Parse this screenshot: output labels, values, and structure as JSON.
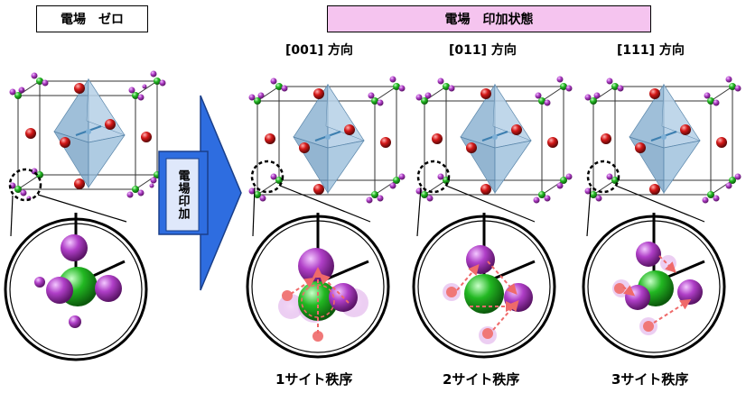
{
  "left_label": "電場　ゼロ",
  "right_label": "電場　印加状態",
  "arrow_label": "電場印加",
  "directions": [
    "[001] 方向",
    "[011] 方向",
    "[111] 方向"
  ],
  "orderings": [
    "1サイト秩序",
    "2サイト秩序",
    "3サイト秩序"
  ],
  "colors": {
    "label_left_bg": "#ffffff",
    "label_right_bg": "#f5c4ef",
    "arrow_fill": "#2e6de0",
    "arrow_label_bg": "#dfe8fb",
    "oxygen": "#d41818",
    "green_atom": "#22b822",
    "magenta_atom": "#b03fc8",
    "octahedron": "#8fb8d8",
    "displacement_arrow": "#ef6a6a"
  }
}
